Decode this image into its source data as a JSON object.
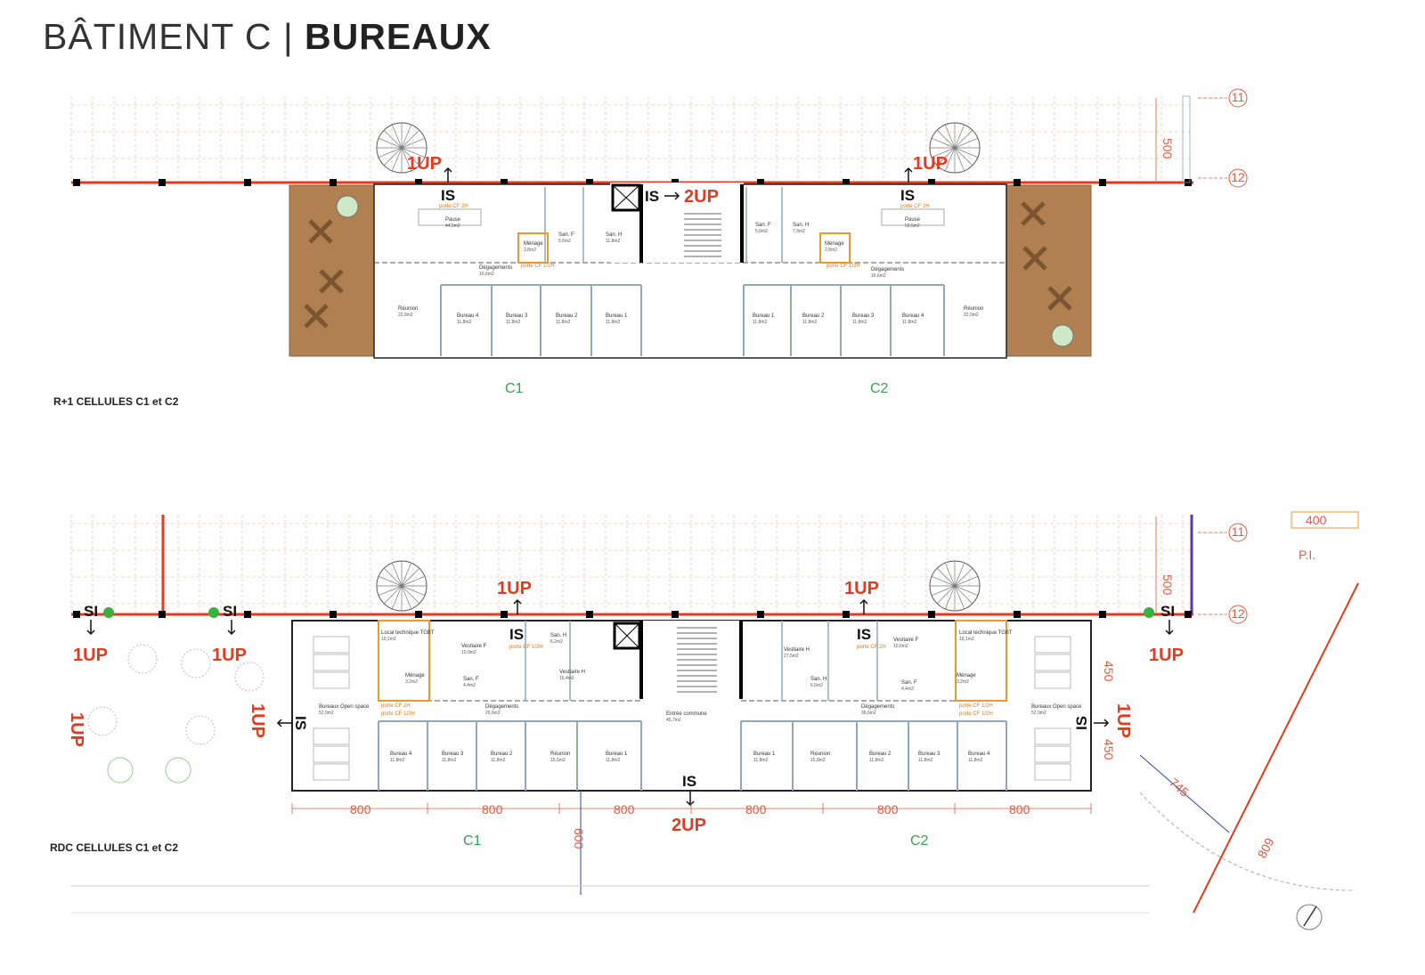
{
  "title": {
    "prefix": "BÂTIMENT C",
    "separator": "|",
    "main": "BUREAUX"
  },
  "colors": {
    "wall_red": "#e53a1f",
    "grid": "#e8a8a8",
    "terrace": "#b08050",
    "partition": "#8fa8c0",
    "tech": "#e89a30",
    "cell": "#3aa04a",
    "dim_blue": "#2a4aa0"
  },
  "upper": {
    "label": "R+1 CELLULES C1 et C2",
    "cells": [
      "C1",
      "C2"
    ],
    "axes": [
      "11",
      "12"
    ],
    "dimension": "500",
    "markers": {
      "up_left": "1UP",
      "up_right": "1UP",
      "up_core": "2UP",
      "is_left": "IS",
      "is_core": "IS",
      "is_right": "IS"
    },
    "doors": [
      "porte CF 2H",
      "porte CF 1/2H",
      "porte CF 2H",
      "porte CF 1/2H"
    ],
    "rooms": [
      {
        "name": "Pause",
        "area": "44,5m2"
      },
      {
        "name": "Ménage",
        "area": "2,8m2"
      },
      {
        "name": "San. F",
        "area": "5,6m2"
      },
      {
        "name": "San. H",
        "area": "11,8m2"
      },
      {
        "name": "Dégagements",
        "area": "16,6m2"
      },
      {
        "name": "Réunion",
        "area": "22,8m2"
      },
      {
        "name": "Bureau 4",
        "area": "11,8m2"
      },
      {
        "name": "Bureau 3",
        "area": "11,8m2"
      },
      {
        "name": "Bureau 2",
        "area": "11,8m2"
      },
      {
        "name": "Bureau 1",
        "area": "11,8m2"
      },
      {
        "name": "San. F",
        "area": "5,6m2"
      },
      {
        "name": "San. H",
        "area": "7,9m2"
      },
      {
        "name": "Ménage",
        "area": "2,8m2"
      },
      {
        "name": "Pause",
        "area": "50,5m2"
      },
      {
        "name": "Dégagements",
        "area": "16,6m2"
      },
      {
        "name": "Bureau 1",
        "area": "11,8m2"
      },
      {
        "name": "Bureau 2",
        "area": "11,8m2"
      },
      {
        "name": "Bureau 3",
        "area": "11,8m2"
      },
      {
        "name": "Bureau 4",
        "area": "11,8m2"
      },
      {
        "name": "Réunion",
        "area": "22,0m2"
      }
    ]
  },
  "lower": {
    "label": "RDC CELLULES C1 et C2",
    "cells": [
      "C1",
      "C2"
    ],
    "axes": [
      "11",
      "12"
    ],
    "dimension": "500",
    "spans": [
      "800",
      "800",
      "800",
      "800",
      "800",
      "800"
    ],
    "side_dims": [
      "450",
      "450"
    ],
    "blue_dims": [
      "600",
      "745"
    ],
    "red_dim": "809",
    "pi": "P.I.",
    "pi_dim": "400",
    "markers": {
      "si": [
        "SI",
        "SI",
        "SI"
      ],
      "up": [
        "1UP",
        "1UP",
        "1UP",
        "1UP",
        "1UP",
        "1UP",
        "1UP",
        "1UP"
      ],
      "is": [
        "IS",
        "IS",
        "IS",
        "IS",
        "IS"
      ],
      "up2": "2UP"
    },
    "doors": [
      "porte CF 2H",
      "porte CF 1/2H",
      "porte CF 1/2H",
      "porte CF 2H",
      "porte CF 1/2H",
      "porte CF 1/2H"
    ],
    "rooms": [
      {
        "name": "Bureaux Open space",
        "area": "52,0m2"
      },
      {
        "name": "Local technique TGBT",
        "area": "10,1m2"
      },
      {
        "name": "Ménage",
        "area": "3,2m2"
      },
      {
        "name": "Vestiaire F",
        "area": "10,0m2"
      },
      {
        "name": "San. F",
        "area": "4,4m2"
      },
      {
        "name": "San. H",
        "area": "6,2m2"
      },
      {
        "name": "Vestiaire H",
        "area": "16,4m2"
      },
      {
        "name": "Dégagements",
        "area": "26,6m2"
      },
      {
        "name": "Bureau 4",
        "area": "11,8m2"
      },
      {
        "name": "Bureau 3",
        "area": "11,8m2"
      },
      {
        "name": "Bureau 2",
        "area": "11,8m2"
      },
      {
        "name": "Réunion",
        "area": "15,5m2"
      },
      {
        "name": "Bureau 1",
        "area": "11,8m2"
      },
      {
        "name": "Entrée commune",
        "area": "45,7m2"
      },
      {
        "name": "Vestiaire H",
        "area": "27,5m2"
      },
      {
        "name": "San. H",
        "area": "6,5m2"
      },
      {
        "name": "Vestiaire F",
        "area": "10,6m2"
      },
      {
        "name": "San. F",
        "area": "4,4m2"
      },
      {
        "name": "Local technique TGBT",
        "area": "10,1m2"
      },
      {
        "name": "Ménage",
        "area": "3,2m2"
      },
      {
        "name": "Dégagements",
        "area": "36,6m2"
      },
      {
        "name": "Bureaux Open space",
        "area": "52,0m2"
      },
      {
        "name": "Bureau 1",
        "area": "11,8m2"
      },
      {
        "name": "Réunion",
        "area": "15,8m2"
      },
      {
        "name": "Bureau 2",
        "area": "11,8m2"
      },
      {
        "name": "Bureau 3",
        "area": "11,8m2"
      },
      {
        "name": "Bureau 4",
        "area": "11,8m2"
      }
    ]
  }
}
